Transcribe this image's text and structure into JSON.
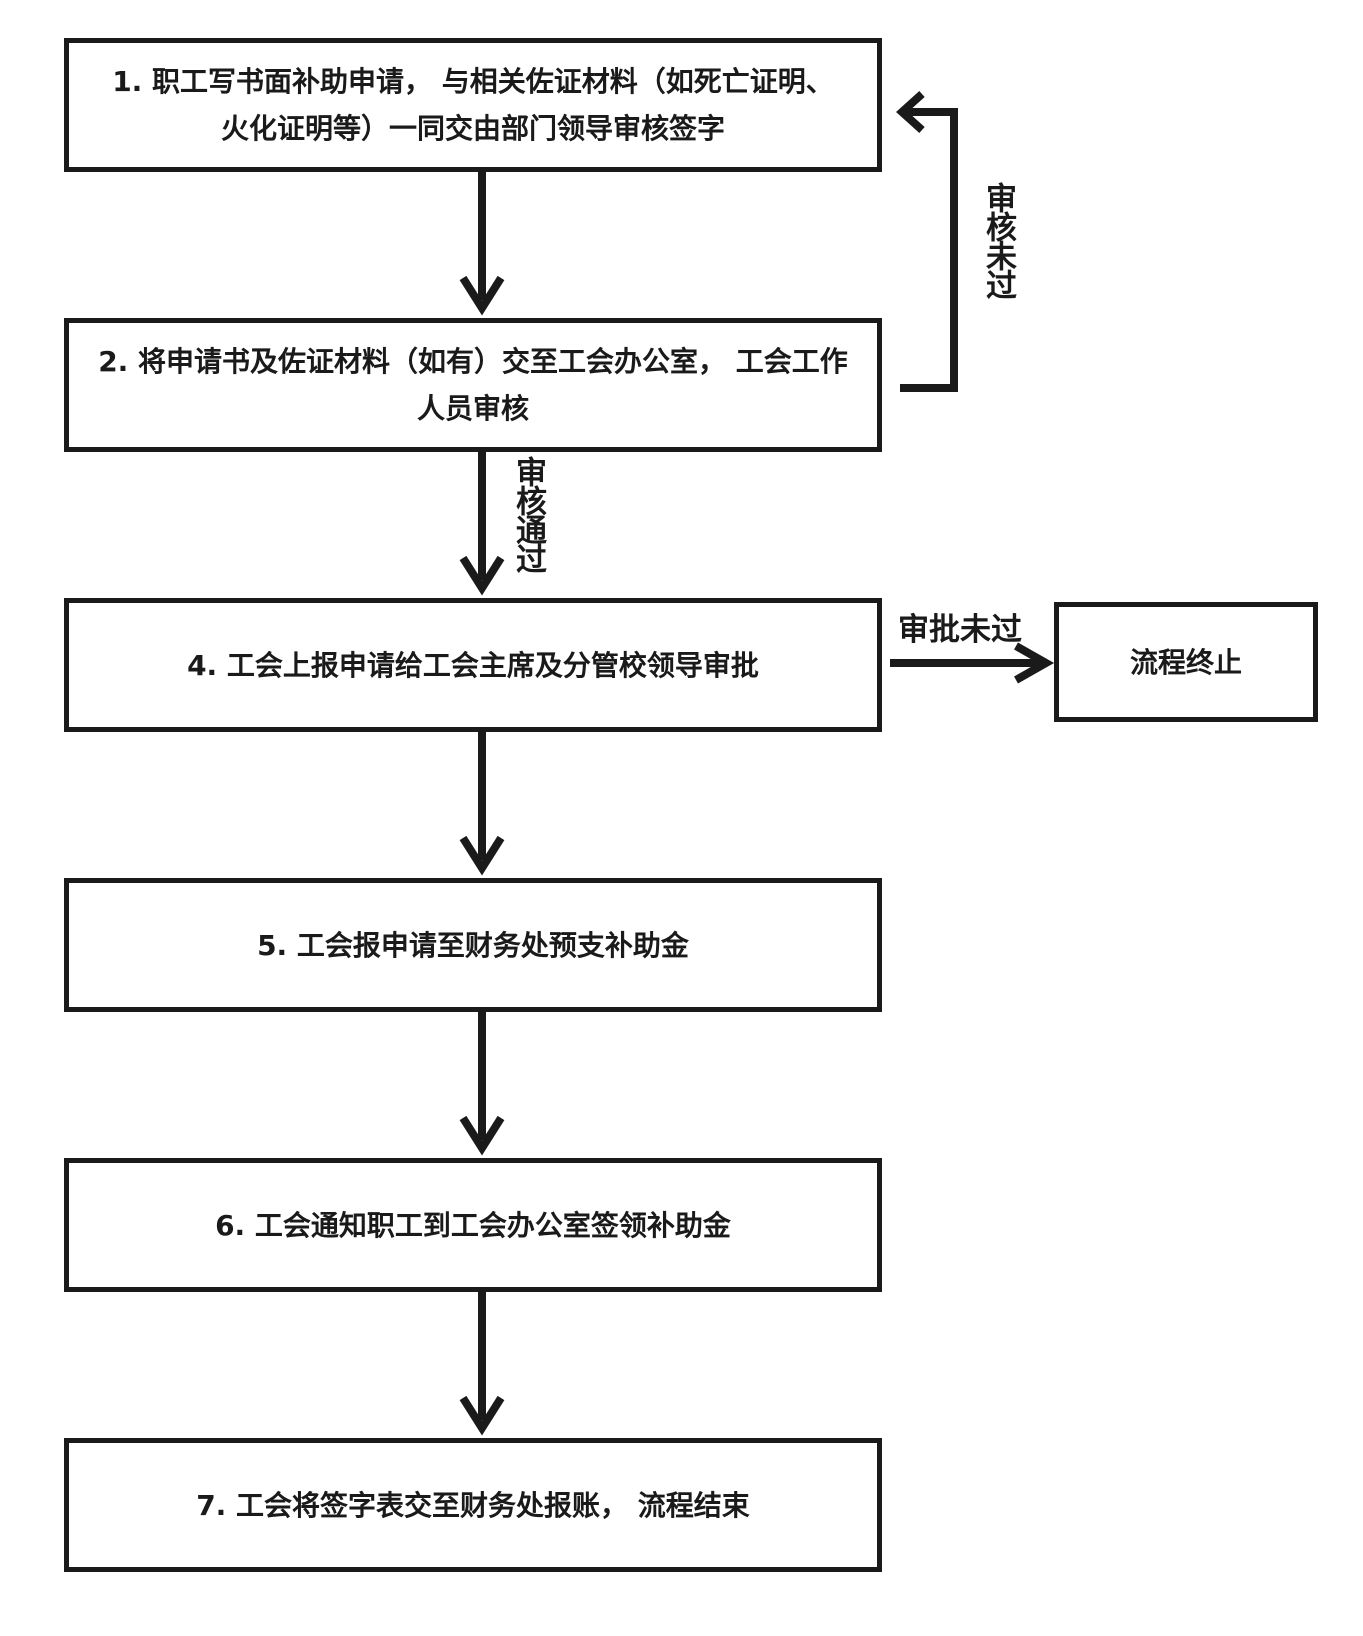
{
  "steps": {
    "s1": {
      "line1": "1. 职工写书面补助申请， 与相关佐证材料（如死亡证明、",
      "line2": "火化证明等）一同交由部门领导审核签字"
    },
    "s2": {
      "line1": "2. 将申请书及佐证材料（如有）交至工会办公室， 工会工作",
      "line2": "人员审核"
    },
    "s4": {
      "text": "4. 工会上报申请给工会主席及分管校领导审批"
    },
    "s5": {
      "text": "5. 工会报申请至财务处预支补助金"
    },
    "s6": {
      "text": "6. 工会通知职工到工会办公室签领补助金"
    },
    "s7": {
      "text": "7. 工会将签字表交至财务处报账， 流程结束"
    }
  },
  "terminate": {
    "text": "流程终止"
  },
  "labels": {
    "review_failed": "审核未过",
    "review_passed": "审核通过",
    "approval_failed": "审批未过"
  }
}
